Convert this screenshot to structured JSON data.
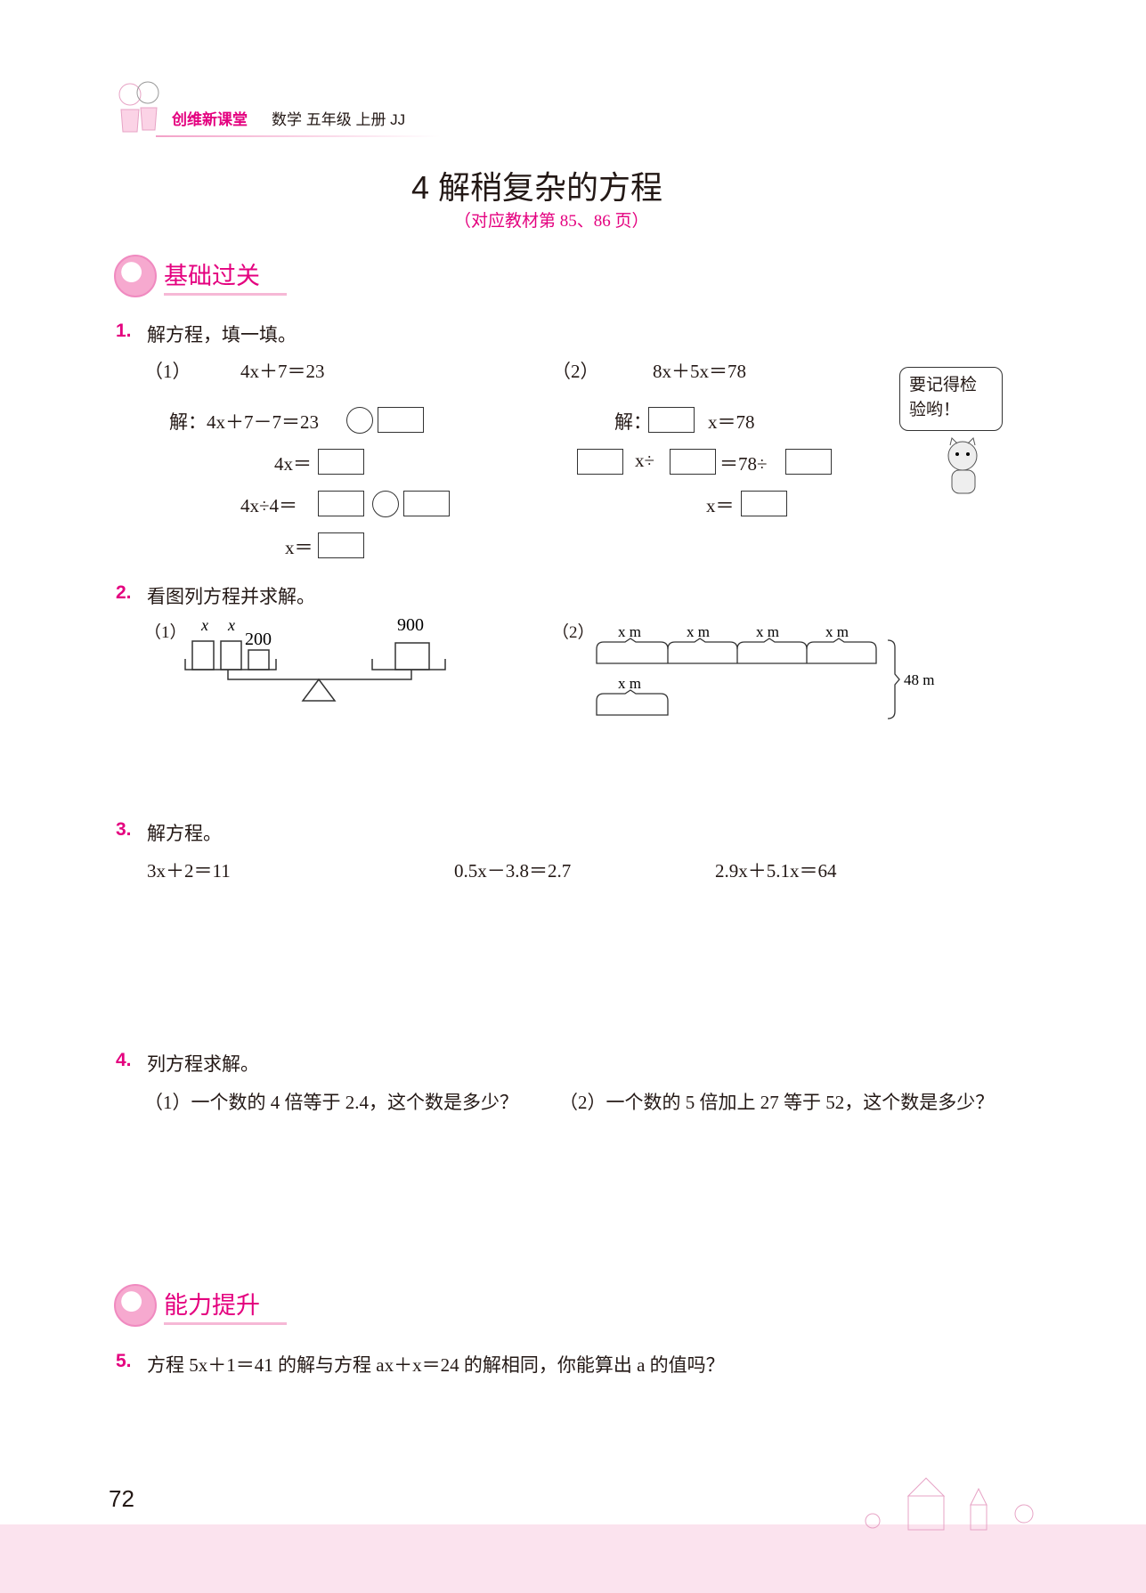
{
  "header": {
    "brand": "创维新课堂",
    "book": "数学  五年级  上册  JJ"
  },
  "title": "4  解稍复杂的方程",
  "subtitle": "（对应教材第 85、86 页）",
  "sections": {
    "basic": "基础过关",
    "advanced": "能力提升"
  },
  "q1": {
    "num": "1.",
    "text": "解方程，填一填。",
    "p1_label": "（1）",
    "p1_eq": "4x＋7＝23",
    "p1_step1": "解：4x＋7－7＝23",
    "p1_step2": "4x＝",
    "p1_step3": "4x÷4＝",
    "p1_step4": "x＝",
    "p2_label": "（2）",
    "p2_eq": "8x＋5x＝78",
    "p2_step1a": "解：",
    "p2_step1b": "x＝78",
    "p2_step2a": "x÷",
    "p2_step2b": "＝78÷",
    "p2_step3": "x＝",
    "bubble": "要记得检\n验哟！"
  },
  "q2": {
    "num": "2.",
    "text": "看图列方程并求解。",
    "p1_label": "（1）",
    "p1_x1": "x",
    "p1_x2": "x",
    "p1_left": "200",
    "p1_right": "900",
    "p2_label": "（2）",
    "p2_seg": "x m",
    "p2_total": "48 m"
  },
  "q3": {
    "num": "3.",
    "text": "解方程。",
    "eqs": [
      "3x＋2＝11",
      "0.5x－3.8＝2.7",
      "2.9x＋5.1x＝64"
    ]
  },
  "q4": {
    "num": "4.",
    "text": "列方程求解。",
    "p1": "（1）一个数的 4 倍等于 2.4，这个数是多少？",
    "p2": "（2）一个数的 5 倍加上 27 等于 52，这个数是多少？"
  },
  "q5": {
    "num": "5.",
    "text": "方程 5x＋1＝41 的解与方程 ax＋x＝24 的解相同，你能算出 a 的值吗？"
  },
  "page_number": "72"
}
